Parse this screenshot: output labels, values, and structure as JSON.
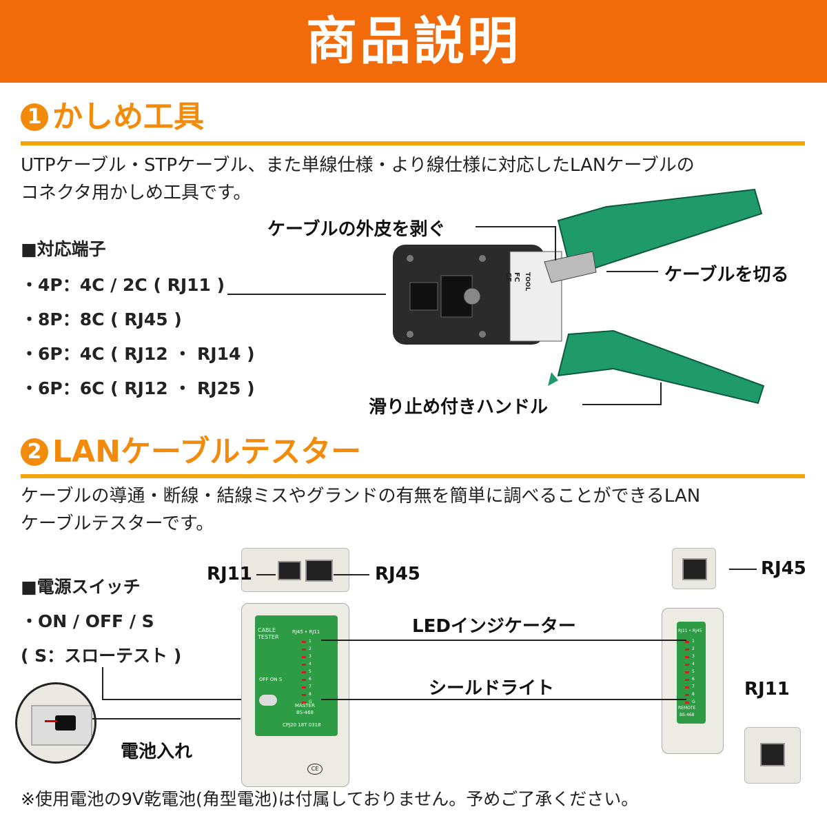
{
  "header": {
    "title": "商品説明"
  },
  "section1": {
    "num": "1",
    "title": "かしめ工具",
    "desc_line1": "UTPケーブル・STPケーブル、また単線仕様・より線仕様に対応したLANケーブルの",
    "desc_line2": "コネクタ用かしめ工具です。",
    "list_heading": "■対応端子",
    "items": [
      "・4P：4C / 2C ( RJ11 )",
      "・8P：8C ( RJ45 )",
      "・6P：4C ( RJ12 ・ RJ14 )",
      "・6P：6C ( RJ12 ・ RJ25 )"
    ],
    "callouts": {
      "strip": "ケーブルの外皮を剥ぐ",
      "cut": "ケーブルを切る",
      "handle": "滑り止め付きハンドル"
    },
    "tool_text": {
      "fc": "FC",
      "ce": "CE",
      "tool": "TOOL"
    }
  },
  "section2": {
    "num": "2",
    "title": "LANケーブルテスター",
    "desc_line1": "ケーブルの導通・断線・結線ミスやグランドの有無を簡単に調べることができるLAN",
    "desc_line2": "ケーブルテスターです。",
    "list_heading": "■電源スイッチ",
    "items": [
      "・ON / OFF / S",
      "( S：スローテスト )"
    ],
    "callouts": {
      "rj11_left": "RJ11",
      "rj45_left": "RJ45",
      "rj45_right": "RJ45",
      "rj11_right": "RJ11",
      "led": "LEDインジケーター",
      "seal": "シールドライト",
      "battery": "電池入れ"
    },
    "device_text": {
      "cable_tester": "CABLE TESTER",
      "rj_master": "RJ45 • RJ11",
      "offon": "OFF ON S",
      "master": "MASTER",
      "bs_master": "BS-468",
      "code": "CPJ20 18T 0318",
      "ce": "CE",
      "rj_remote": "RJ11 • RJ45",
      "remote": "REMOTE",
      "bs_remote": "BS-468",
      "leds": [
        "1",
        "2",
        "3",
        "4",
        "5",
        "6",
        "7",
        "8",
        "G"
      ]
    }
  },
  "footer": {
    "note": "※使用電池の9V乾電池(角型電池)は付属しておりません。予めご了承ください。"
  }
}
